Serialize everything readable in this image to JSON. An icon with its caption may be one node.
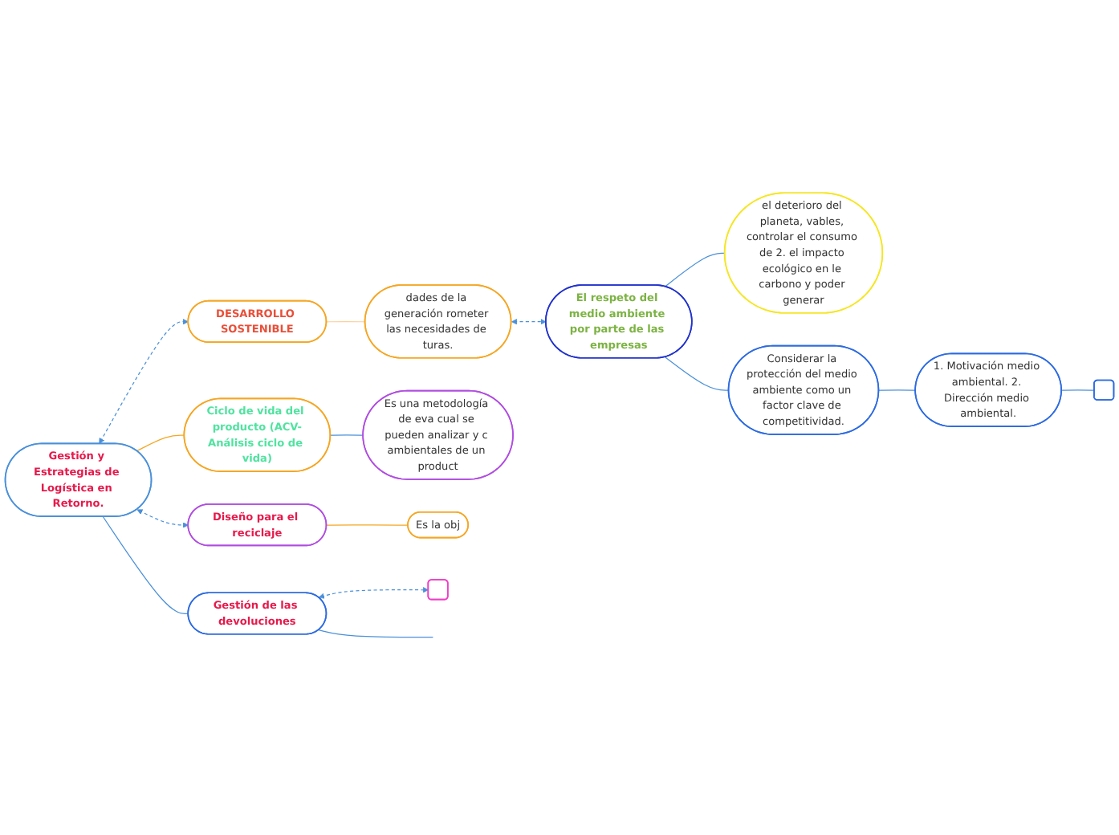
{
  "diagram": {
    "nodes": [
      {
        "text": [
          "Gestión y Estrategias de Logística en Retorno."
        ]
      },
      {
        "text": [
          "DESARROLLO SOSTENIBLE"
        ]
      },
      {
        "text": [
          "dades de la generación rometer las necesidades de turas."
        ]
      },
      {
        "text": [
          "Ciclo de vida del producto (ACV-Análisis ciclo de vida)"
        ]
      },
      {
        "text": [
          "Es una metodología de eva cual se pueden analizar y c ambientales de un product"
        ]
      },
      {
        "text": [
          "Diseño para el reciclaje"
        ]
      },
      {
        "text": [
          "Es la obj"
        ]
      },
      {
        "text": [
          "Gestión de las devoluciones"
        ]
      },
      {
        "text": [],
        "shape": "box"
      },
      {
        "text": [
          "El respeto del medio ambiente por parte de las empresas"
        ]
      },
      {
        "text": [
          "el deterioro del planeta, vables, controlar el consumo de 2. el impacto ecológico en le carbono y poder generar"
        ]
      },
      {
        "text": [
          "Considerar la protección del medio ambiente como un factor clave de competitividad."
        ]
      },
      {
        "text": [
          "1. Motivación medio ambiental. 2. Dirección medio ambiental."
        ]
      },
      {
        "text": [],
        "shape": "box"
      }
    ],
    "edges": [
      {
        "from": 0,
        "to": 1,
        "arrow": "both",
        "style": "dashed"
      },
      {
        "from": 1,
        "to": 2,
        "arrow": "none",
        "color": "#fcd09a"
      },
      {
        "from": 0,
        "to": 3,
        "arrow": "none",
        "color": "#f5a623"
      },
      {
        "from": 3,
        "to": 4,
        "arrow": "none"
      },
      {
        "from": 0,
        "to": 5,
        "arrow": "both",
        "style": "dashed"
      },
      {
        "from": 5,
        "to": 6,
        "arrow": "none",
        "color": "#f5a623"
      },
      {
        "from": 0,
        "to": 7,
        "arrow": "none"
      },
      {
        "from": 7,
        "to": null,
        "arrow": "none"
      },
      {
        "from": 7,
        "to": 8,
        "arrow": "both",
        "style": "dashed"
      },
      {
        "from": 2,
        "to": 9,
        "arrow": "both",
        "style": "dashed"
      },
      {
        "from": 9,
        "to": 10,
        "arrow": "none"
      },
      {
        "from": 9,
        "to": 11,
        "arrow": "none"
      },
      {
        "from": 11,
        "to": 12,
        "arrow": "none"
      },
      {
        "from": 12,
        "to": 13,
        "arrow": "none"
      }
    ]
  }
}
